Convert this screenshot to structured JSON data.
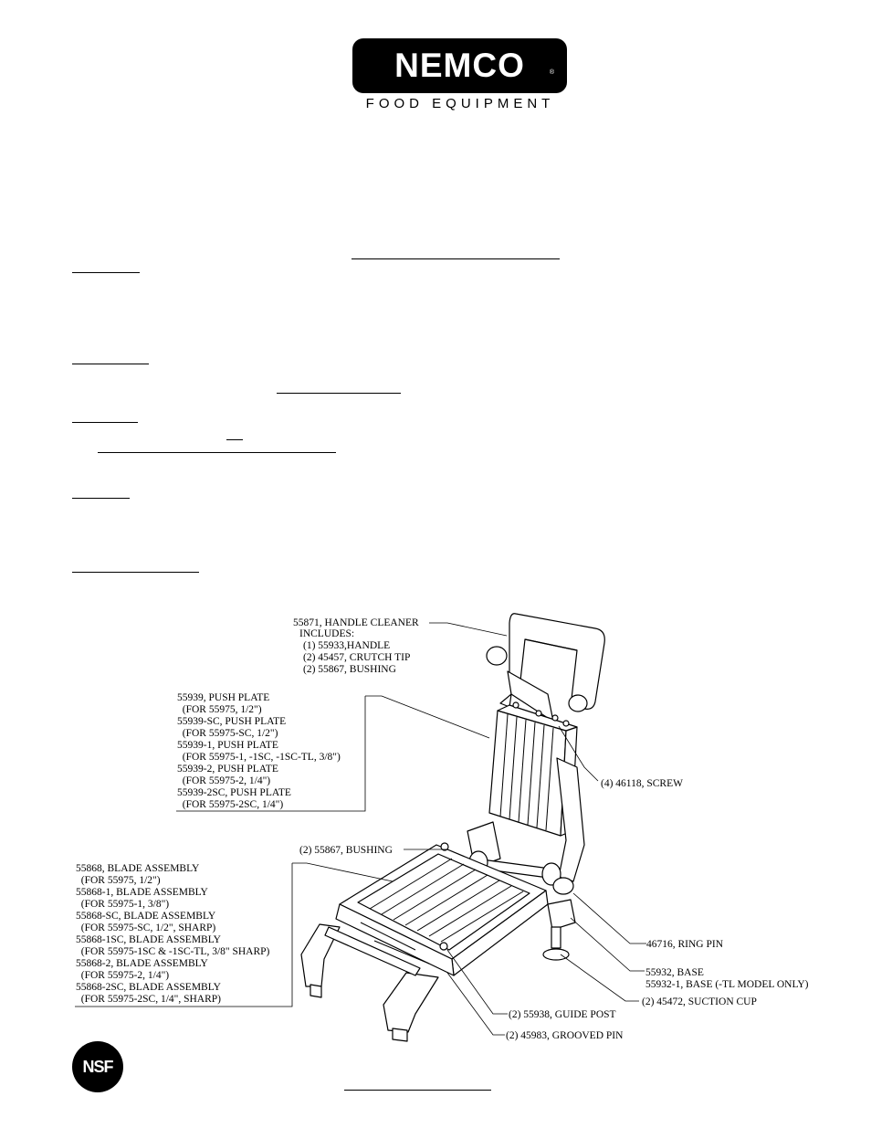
{
  "logo": {
    "brand": "NEMCO",
    "registered": "®",
    "tagline": "FOOD EQUIPMENT"
  },
  "certification": {
    "mark": "NSF"
  },
  "callouts": {
    "handle_cleaner": "55871, HANDLE CLEANER",
    "includes": "INCLUDES:",
    "includes_items": [
      "(1) 55933,HANDLE",
      "(2) 45457, CRUTCH TIP",
      "(2) 55867, BUSHING"
    ],
    "push_plate": [
      "55939, PUSH PLATE",
      "  (FOR 55975, 1/2\")",
      "55939-SC, PUSH PLATE",
      "  (FOR 55975-SC, 1/2\")",
      "55939-1, PUSH PLATE",
      "  (FOR 55975-1, -1SC, -1SC-TL, 3/8\")",
      "55939-2, PUSH PLATE",
      "  (FOR 55975-2, 1/4\")",
      "55939-2SC, PUSH PLATE",
      "  (FOR 55975-2SC, 1/4\")"
    ],
    "screw": "(4) 46118, SCREW",
    "bushing": "(2) 55867, BUSHING",
    "blade_assembly": [
      "55868, BLADE ASSEMBLY",
      "  (FOR 55975, 1/2\")",
      "55868-1, BLADE ASSEMBLY",
      "  (FOR 55975-1, 3/8\")",
      "55868-SC, BLADE ASSEMBLY",
      "  (FOR 55975-SC, 1/2\", SHARP)",
      "55868-1SC, BLADE ASSEMBLY",
      "  (FOR 55975-1SC & -1SC-TL, 3/8\" SHARP)",
      "55868-2, BLADE ASSEMBLY",
      "  (FOR 55975-2, 1/4\")",
      "55868-2SC, BLADE ASSEMBLY",
      "  (FOR 55975-2SC, 1/4\", SHARP)"
    ],
    "ring_pin": "46716, RING PIN",
    "base": "55932, BASE",
    "base_tl": "55932-1, BASE (-TL MODEL ONLY)",
    "suction_cup": "(2) 45472, SUCTION CUP",
    "guide_post": "(2) 55938, GUIDE POST",
    "grooved_pin": "(2) 45983, GROOVED PIN"
  }
}
